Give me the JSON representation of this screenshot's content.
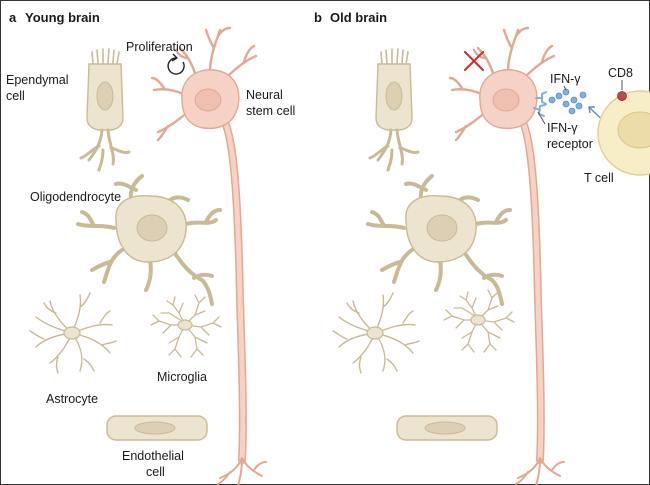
{
  "panels": [
    {
      "letter": "a",
      "title": "Young brain"
    },
    {
      "letter": "b",
      "title": "Old brain"
    }
  ],
  "labels": {
    "proliferation": "Proliferation",
    "ependymal_line1": "Ependymal",
    "ependymal_line2": "cell",
    "neural_line1": "Neural",
    "neural_line2": "stem cell",
    "oligodendrocyte": "Oligodendrocyte",
    "astrocyte": "Astrocyte",
    "microglia": "Microglia",
    "endothelial_line1": "Endothelial",
    "endothelial_line2": "cell",
    "ifn_gamma": "IFN-γ",
    "ifn_receptor_line1": "IFN-γ",
    "ifn_receptor_line2": "receptor",
    "cd8": "CD8",
    "t_cell": "T cell"
  },
  "colors": {
    "neuron_fill": "#f6d2c6",
    "neuron_stroke": "#e2a892",
    "glia_fill": "#ede4d0",
    "glia_stroke": "#c9b995",
    "nucleus_fill": "#dccfb3",
    "ifn_blue": "#7fb0df",
    "cross_red": "#c23636",
    "tcell_fill": "#f7edc7",
    "tcell_nucleus": "#ebdcaa",
    "cd8_red": "#b84c4c"
  },
  "icons": [
    "proliferation-arrow-icon",
    "inhibition-cross-icon"
  ]
}
